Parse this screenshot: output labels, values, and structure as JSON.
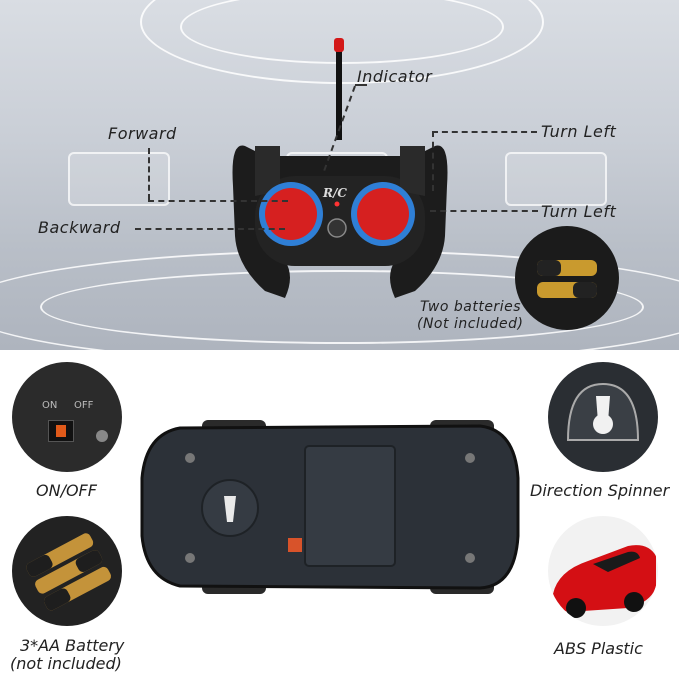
{
  "top": {
    "indicator": "Indicator",
    "forward": "Forward",
    "backward": "Backward",
    "turn_left_1": "Turn Left",
    "turn_left_2": "Turn Left",
    "batteries_line1": "Two batteries",
    "batteries_line2": "(Not included)",
    "remote_logo": "R/C"
  },
  "bottom": {
    "on_off": "ON/OFF",
    "switch_on": "ON",
    "switch_off": "OFF",
    "battery_line1": "3*AA Battery",
    "battery_line2": "(not included)",
    "direction_spinner": "Direction Spinner",
    "abs_plastic": "ABS Plastic"
  },
  "colors": {
    "remote_body": "#1c1c1c",
    "button_red": "#d62020",
    "button_ring": "#2f7fd6",
    "car_red": "#d40f14"
  }
}
